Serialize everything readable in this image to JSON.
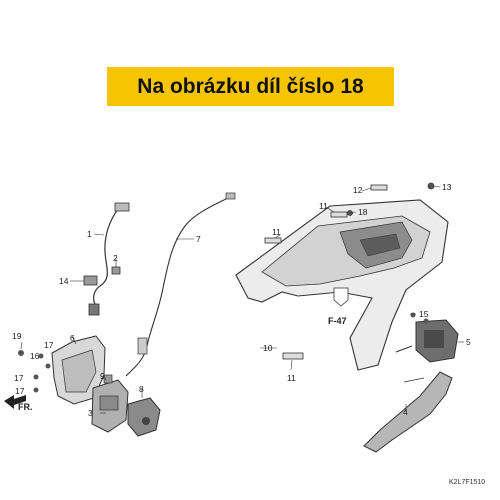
{
  "banner": {
    "text": "Na obrázku díl číslo 18"
  },
  "callouts": [
    "1",
    "2",
    "3",
    "4",
    "5",
    "6",
    "7",
    "8",
    "9",
    "10",
    "11",
    "11",
    "11",
    "12",
    "13",
    "14",
    "15",
    "16",
    "17",
    "17",
    "17",
    "18",
    "19"
  ],
  "reference_label": "F-47",
  "direction_label": "FR.",
  "diagram_code": "K2L7F1510",
  "colors": {
    "banner_bg": "#f6c400",
    "line": "#333333",
    "part_fill": "#dcdcdc",
    "part_dark": "#8a8a8a"
  }
}
